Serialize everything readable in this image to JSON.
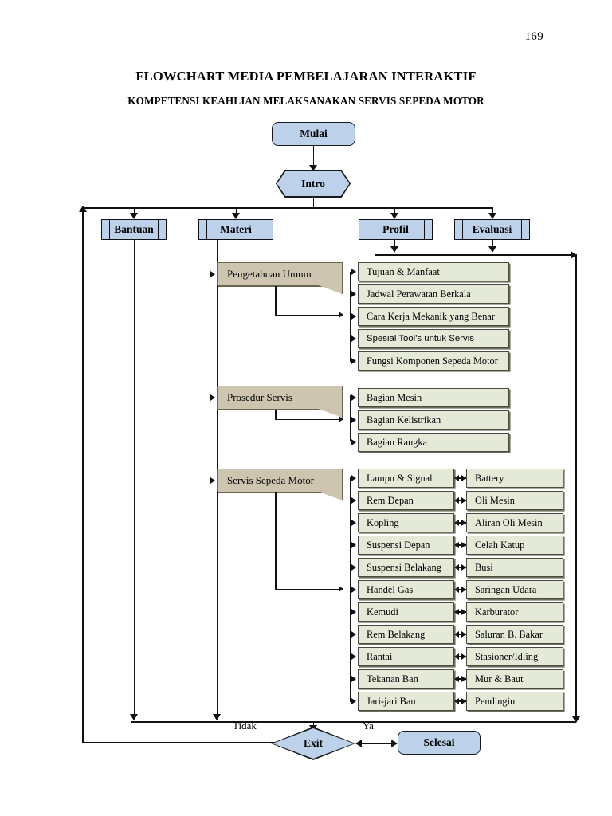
{
  "page": {
    "number": "169",
    "title_line1": "FLOWCHART MEDIA PEMBELAJARAN INTERAKTIF",
    "title_line2": "KOMPETENSI KEAHLIAN MELAKSANAKAN SERVIS SEPEDA MOTOR"
  },
  "colors": {
    "terminator_fill": "#bdd2ea",
    "menu_fill": "#bdd2ea",
    "document_fill": "#cdc5b0",
    "list_fill": "#e4e9d8",
    "line": "#111111"
  },
  "flow": {
    "start": "Mulai",
    "intro": "Intro",
    "exit": "Exit",
    "finish": "Selesai",
    "branch_no": "Tidak",
    "branch_yes": "Ya"
  },
  "menu": [
    {
      "label": "Bantuan"
    },
    {
      "label": "Materi"
    },
    {
      "label": "Profil"
    },
    {
      "label": "Evaluasi"
    }
  ],
  "materi_groups": [
    {
      "label": "Pengetahuan Umum",
      "items": [
        "Tujuan & Manfaat",
        "Jadwal Perawatan Berkala",
        "Cara Kerja Mekanik yang Benar",
        "Spesial Tool's untuk Servis",
        "Fungsi Komponen Sepeda Motor"
      ]
    },
    {
      "label": "Prosedur Servis",
      "items": [
        "Bagian Mesin",
        "Bagian Kelistrikan",
        "Bagian Rangka"
      ]
    },
    {
      "label": "Servis Sepeda Motor",
      "items_left": [
        "Lampu & Signal",
        "Rem Depan",
        "Kopling",
        "Suspensi Depan",
        "Suspensi Belakang",
        "Handel Gas",
        "Kemudi",
        "Rem Belakang",
        "Rantai",
        "Tekanan Ban",
        "Jari-jari Ban"
      ],
      "items_right": [
        "Battery",
        "Oli Mesin",
        "Aliran Oli Mesin",
        "Celah Katup",
        "Busi",
        "Saringan Udara",
        "Karburator",
        "Saluran B. Bakar",
        "Stasioner/Idling",
        "Mur & Baut",
        "Pendingin"
      ]
    }
  ]
}
